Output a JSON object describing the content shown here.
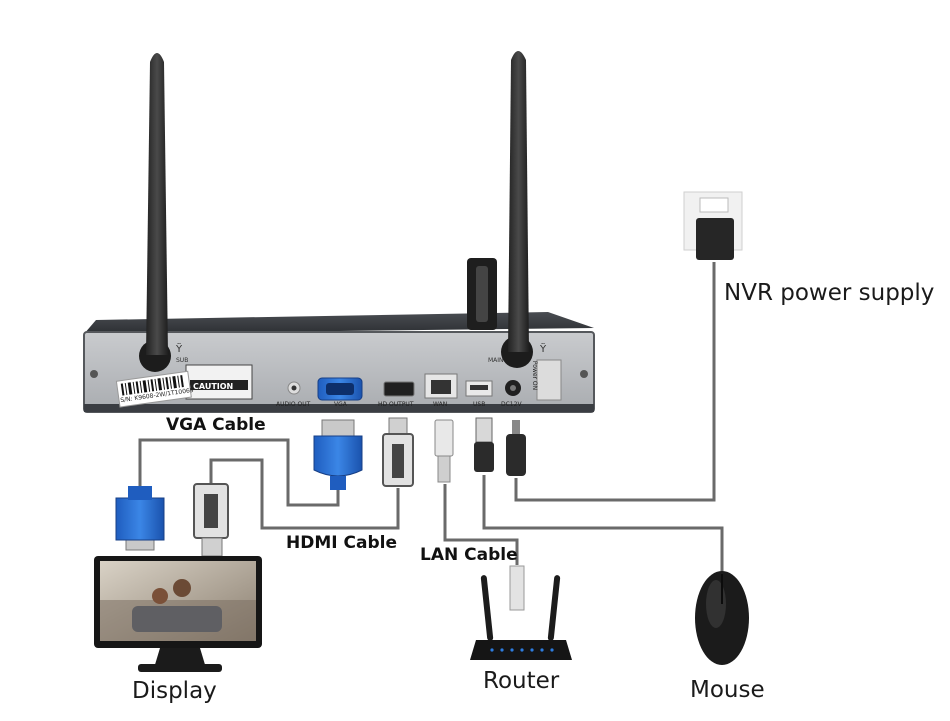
{
  "nvr": {
    "caution_label": "CAUTION",
    "serial_label": "S/N: K9608-2W/1T10069",
    "antenna_sub_label": "SUB",
    "antenna_main_label": "MAIN",
    "ports": {
      "audio_out": "AUDIO OUT",
      "vga": "VGA",
      "hd_output": "HD OUTPUT",
      "wan": "WAN",
      "usb": "USB",
      "dc12v": "DC12V",
      "power": "Power ON"
    }
  },
  "cables": {
    "vga": "VGA Cable",
    "hdmi": "HDMI Cable",
    "lan": "LAN Cable"
  },
  "devices": {
    "display": "Display",
    "router": "Router",
    "mouse": "Mouse",
    "power_supply": "NVR power supply"
  },
  "colors": {
    "cable": "#666666",
    "vga_blue": "#2b6fd0",
    "nvr_body": "#3a3d42",
    "nvr_panel": "#b9bcc0"
  }
}
